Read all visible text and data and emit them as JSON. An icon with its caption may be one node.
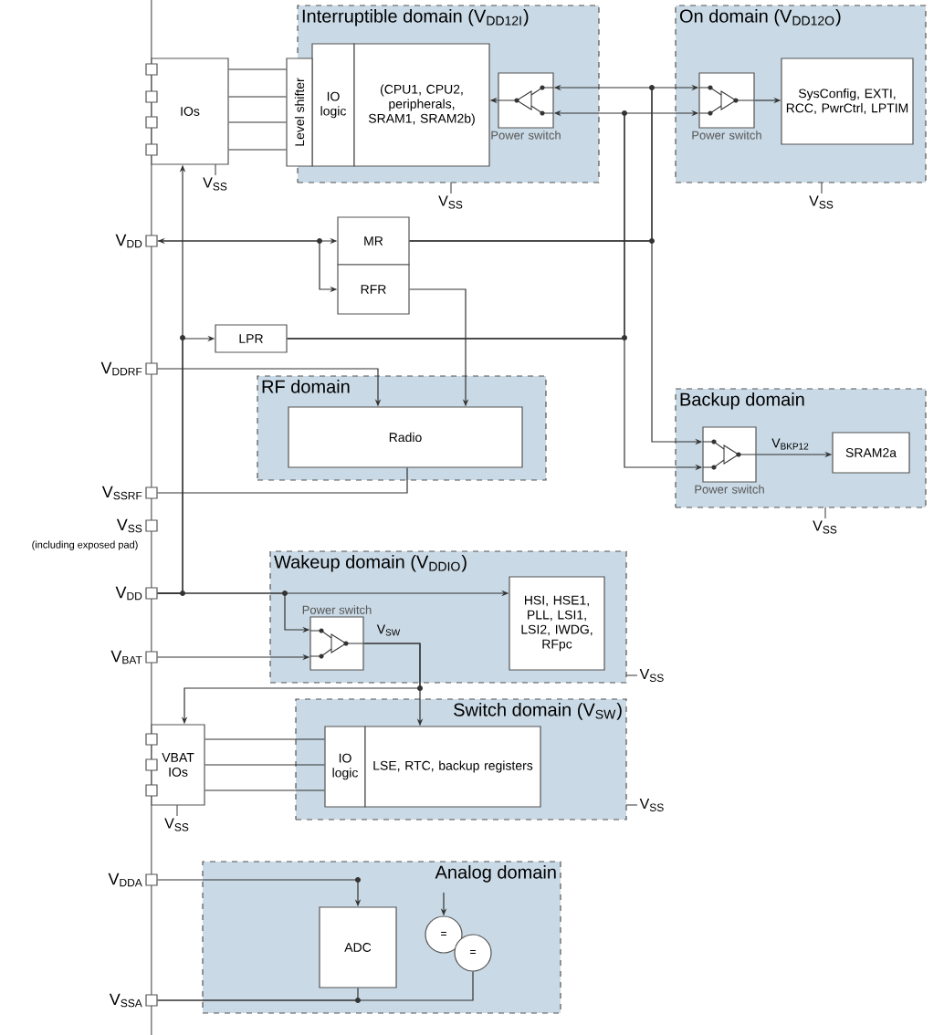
{
  "diagram": {
    "nodes": [
      {
        "text": [
          "Interruptible domain (V$_{DD12I}$)"
        ]
      },
      {
        "text": [
          "IO logic"
        ],
        "in": 0
      },
      {
        "text": [
          "(CPU1, CPU2, peripherals, SRAM1, SRAM2b)"
        ],
        "in": 0
      },
      {
        "text": [],
        "shape": "box",
        "beside": [
          "Power switch"
        ],
        "in": 0
      },
      {
        "text": [
          "On domain (V$_{DD12O}$)"
        ]
      },
      {
        "text": [],
        "shape": "box",
        "beside": [
          "Power switch"
        ],
        "in": 4
      },
      {
        "text": [
          "SysConfig, EXTI, RCC, PwrCtrl, LPTIM"
        ],
        "in": 4
      },
      {
        "text": [
          "IOs"
        ]
      },
      {
        "text": [
          "Level shifter"
        ]
      },
      {
        "text": [],
        "shape": "box",
        "beside": [
          "V$_{DD}$"
        ]
      },
      {
        "text": [
          "MR"
        ]
      },
      {
        "text": [
          "RFR"
        ]
      },
      {
        "text": [
          "LPR"
        ]
      },
      {
        "text": [],
        "shape": "box",
        "beside": [
          "V$_{DDRF}$"
        ]
      },
      {
        "text": [
          "RF domain"
        ]
      },
      {
        "text": [
          "Radio"
        ],
        "in": 14
      },
      {
        "text": [
          "Backup domain"
        ]
      },
      {
        "text": [],
        "shape": "box",
        "beside": [
          "Power switch"
        ],
        "in": 16
      },
      {
        "text": [
          "SRAM2a"
        ],
        "in": 16
      },
      {
        "text": [],
        "shape": "box",
        "beside": [
          "V$_{SSRF}$"
        ]
      },
      {
        "text": [],
        "shape": "box",
        "beside": [
          "V$_{SS}$",
          "(including exposed pad)"
        ]
      },
      {
        "text": [
          "Wakeup domain (V$_{DDIO}$)"
        ]
      },
      {
        "text": [],
        "shape": "box",
        "beside": [
          "Power switch"
        ],
        "in": 21
      },
      {
        "text": [
          "HSI, HSE1, PLL, LSI1, LSI2, IWDG, RFpc"
        ],
        "in": 21
      },
      {
        "text": [],
        "shape": "box",
        "beside": [
          "V$_{DD}$"
        ]
      },
      {
        "text": [],
        "shape": "box",
        "beside": [
          "V$_{BAT}$"
        ]
      },
      {
        "text": [
          "Switch domain (V$_{SW}$)"
        ]
      },
      {
        "text": [
          "IO logic"
        ],
        "in": 26
      },
      {
        "text": [
          "LSE, RTC, backup registers"
        ],
        "in": 26
      },
      {
        "text": [
          "VBAT IOs"
        ]
      },
      {
        "text": [],
        "shape": "box",
        "beside": [
          "V$_{DDA}$"
        ]
      },
      {
        "text": [
          "Analog domain"
        ]
      },
      {
        "text": [
          "ADC"
        ],
        "in": 31
      },
      {
        "text": [
          "="
        ],
        "in": 31
      },
      {
        "text": [
          "="
        ],
        "in": 31
      },
      {
        "text": [],
        "shape": "box",
        "beside": [
          "V$_{SSA}$"
        ]
      }
    ],
    "edges": [
      {
        "from": 9,
        "to": 10,
        "arrow": "both"
      },
      {
        "from": 9,
        "to": 11,
        "arrow": "to"
      },
      {
        "from": 24,
        "to": 7,
        "arrow": "to"
      },
      {
        "from": 24,
        "to": 12,
        "arrow": "to"
      },
      {
        "from": 24,
        "to": 23,
        "arrow": "to"
      },
      {
        "from": 24,
        "to": 22,
        "arrow": "to"
      },
      {
        "from": 13,
        "to": 15,
        "arrow": "to"
      },
      {
        "from": 11,
        "to": 15,
        "arrow": "to"
      },
      {
        "from": 15,
        "to": 19,
        "arrow": "none"
      },
      {
        "from": 10,
        "to": 3,
        "arrow": "to"
      },
      {
        "from": 10,
        "to": 5,
        "arrow": "to"
      },
      {
        "from": 10,
        "to": 17,
        "arrow": "to"
      },
      {
        "from": 12,
        "to": 3,
        "arrow": "to"
      },
      {
        "from": 12,
        "to": 5,
        "arrow": "to"
      },
      {
        "from": 12,
        "to": 17,
        "arrow": "to"
      },
      {
        "from": 3,
        "to": 2,
        "arrow": "to"
      },
      {
        "from": 5,
        "to": 6,
        "arrow": "to"
      },
      {
        "from": 17,
        "to": 18,
        "arrow": "to",
        "label": "V$_{BKP12}$"
      },
      {
        "from": 7,
        "to": 8,
        "arrow": "none"
      },
      {
        "from": 7,
        "to": 8,
        "arrow": "none"
      },
      {
        "from": 7,
        "to": 8,
        "arrow": "none"
      },
      {
        "from": 7,
        "to": 8,
        "arrow": "none"
      },
      {
        "from": 25,
        "to": 22,
        "arrow": "to"
      },
      {
        "from": 22,
        "to": 28,
        "arrow": "to",
        "label": "V$_{SW}$"
      },
      {
        "from": 22,
        "to": 29,
        "arrow": "to"
      },
      {
        "from": 29,
        "to": 27,
        "arrow": "none"
      },
      {
        "from": 29,
        "to": 27,
        "arrow": "none"
      },
      {
        "from": 29,
        "to": 27,
        "arrow": "none"
      },
      {
        "from": 30,
        "to": 32,
        "arrow": "to"
      },
      {
        "from": null,
        "to": 33,
        "arrow": "to"
      },
      {
        "from": 32,
        "to": 35,
        "arrow": "none"
      },
      {
        "from": 34,
        "to": 35,
        "arrow": "none"
      }
    ],
    "labels": [
      "V$_{SS}$",
      "V$_{SS}$",
      "V$_{SS}$",
      "V$_{SS}$",
      "V$_{SS}$",
      "V$_{SS}$",
      "V$_{SS}$"
    ]
  }
}
